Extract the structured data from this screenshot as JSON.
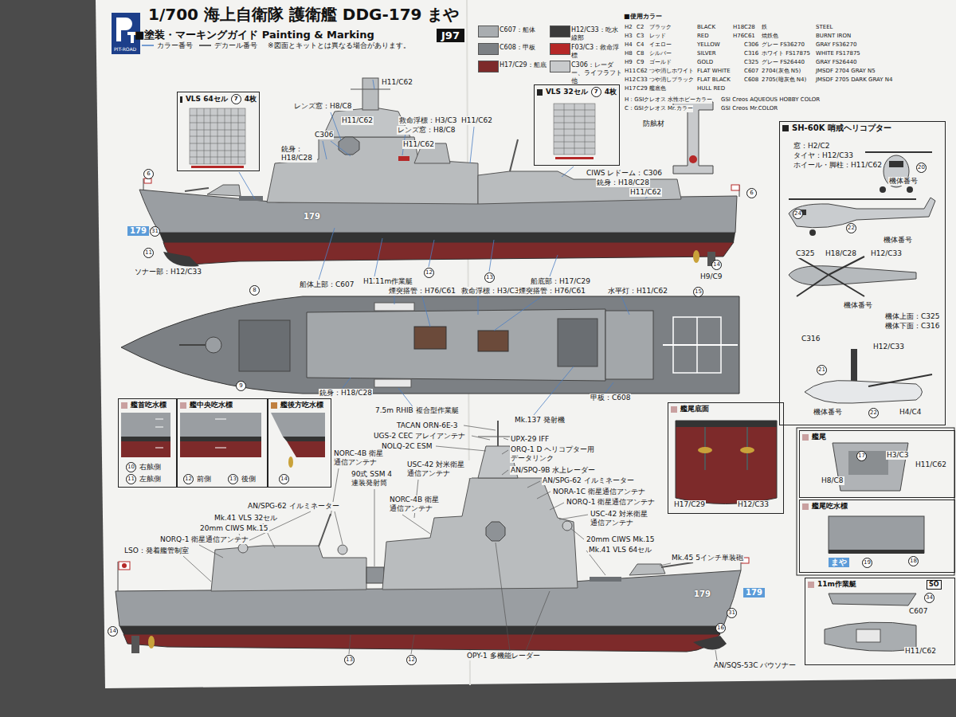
{
  "diagram": {
    "title": "1/700 海上自衛隊 護衛艦 DDG-179 まや",
    "nodes": [
      {
        "text": [
          "VLS 64セル",
          "7",
          "4枚"
        ]
      },
      {
        "text": [
          "VLS 32セル",
          "7",
          "4枚"
        ]
      },
      {
        "text": [
          "艦首吃水標"
        ]
      },
      {
        "text": [
          "艦中央吃水標"
        ]
      },
      {
        "text": [
          "艦後方吃水標"
        ]
      },
      {
        "text": [
          "艦尾底面"
        ]
      },
      {
        "text": [
          "SH-60K 哨戒ヘリコプター"
        ]
      },
      {
        "text": [
          "艦尾"
        ]
      },
      {
        "text": [
          "艦尾吃水標"
        ]
      },
      {
        "text": [
          "11m作業艇"
        ]
      }
    ],
    "labels": [
      "PIT-ROAD",
      "■塗装・マーキングガイド Painting & Marking",
      "J97",
      "カラー番号",
      "デカール番号",
      "※図面とキットとは異なる場合があります。",
      "H11/C62",
      "レンズ窓：H8/C8",
      "H11/C62",
      "C306",
      "救命浮標：H3/C3",
      "レンズ窓：H8/C8",
      "H11/C62",
      "H11/C62",
      "銃身： H18/C28",
      "防舷材",
      "CIWS レドーム：C306",
      "銃身：H18/C28",
      "H11/C62",
      "179",
      "31",
      "11",
      "6",
      "ソナー部：H12/C33",
      "船体上部：C607",
      "H12/C33",
      "12",
      "13",
      "船底部：H17/C29",
      "14",
      "H9/C9",
      "6",
      "8",
      "11m作業艇",
      "煙突搭管：H76/C61",
      "救命浮標：H3/C3",
      "煙突搭管：H76/C61",
      "水平灯：H11/C62",
      "15",
      "9",
      "銃身：H18/C28",
      "7.5m RHIB 複合型作業艇",
      "Mk.137 発射機",
      "甲板：C608",
      "10",
      "右舷側",
      "11",
      "左舷側",
      "12",
      "前側",
      "13",
      "後側",
      "14",
      "TACAN ORN-6E-3",
      "UGS-2 CEC アレイアンテナ",
      "NOLQ-2C ESM",
      "UPX-29 IFF",
      "ORQ-1 D ヘリコプター用 データリンク",
      "AN/SPQ-9B 水上レーダー",
      "AN/SPG-62 イルミネーター",
      "NORA-1C 衛星通信アンテナ",
      "NORQ-1 衛星通信アンテナ",
      "USC-42 対米衛星 通信アンテナ",
      "20mm CIWS Mk.15",
      "Mk.41 VLS 64セル",
      "Mk.45 5インチ単装砲",
      "NORC-4B 衛星 通信アンテナ",
      "90式 SSM 4連装発射筒",
      "USC-42 対米衛星 通信アンテナ",
      "NORC-4B 衛星 通信アンテナ",
      "AN/SPG-62 イルミネーター",
      "Mk.41 VLS 32セル",
      "20mm CIWS Mk.15",
      "NORQ-1 衛星通信アンテナ",
      "LSO：発着艦管制室",
      "179",
      "179",
      "31",
      "16",
      "14",
      "13",
      "12",
      "OPY-1 多機能レーダー",
      "AN/SQS-53C バウソナー",
      "179",
      "窓：H2/C2",
      "タイヤ：H12/C33",
      "ホイール・脚柱：H11/C62",
      "20",
      "機体番号",
      "24",
      "22",
      "機体番号",
      "C325",
      "H18/C28",
      "H12/C33",
      "機体番号",
      "機体上面：C325",
      "機体下面：C316",
      "C316",
      "H12/C33",
      "21",
      "22",
      "H4/C4",
      "機体番号",
      "17",
      "H3/C3",
      "H11/C62",
      "H8/C8",
      "18",
      "19",
      "まや",
      "SO",
      "34",
      "C607",
      "H11/C62",
      "H17/C29",
      "H12/C33",
      "■使用カラー",
      "H2",
      "C2",
      "ブラック",
      "BLACK",
      "H3",
      "C3",
      "レッド",
      "RED",
      "H4",
      "C4",
      "イエロー",
      "YELLOW",
      "H8",
      "C8",
      "シルバー",
      "SILVER",
      "H9",
      "C9",
      "ゴールド",
      "GOLD",
      "H11",
      "C62",
      "つや消しホワイト",
      "FLAT WHITE",
      "H12",
      "C33",
      "つや消しブラック",
      "FLAT BLACK",
      "H17",
      "C29",
      "艦底色",
      "HULL RED",
      "H18",
      "C28",
      "鉄",
      "STEEL",
      "H76",
      "C61",
      "焼鉄色",
      "BURNT IRON",
      "C306",
      "グレー FS36270",
      "GRAY FS36270",
      "C316",
      "ホワイト FS17875",
      "WHITE FS17875",
      "C325",
      "グレー FS26440",
      "GRAY FS26440",
      "C607",
      "2704(灰色 N5)",
      "JMSDF 2704 GRAY N5",
      "C608",
      "2705(暗灰色 N4)",
      "JMSDF 2705 DARK GRAY N4",
      "H：GSIクレオス 水性ホビーカラー",
      "GSI Creos AQUEOUS HOBBY COLOR",
      "C：GSIクレオス Mr.カラー",
      "GSI Creos Mr.COLOR"
    ],
    "legend": [
      {
        "text": "C607：船体",
        "color": "#a9adb0"
      },
      {
        "text": "C608：甲板",
        "color": "#7c8084"
      },
      {
        "text": "H17/C29：船底",
        "color": "#7d2a2a"
      },
      {
        "text": "H12/C33：吃水線部",
        "color": "#3b3b3b"
      },
      {
        "text": "F03/C3：救命浮標",
        "color": "#b52828"
      },
      {
        "text": "C306：レーダー、ライフラフト他",
        "color": "#c8cacc"
      }
    ]
  }
}
